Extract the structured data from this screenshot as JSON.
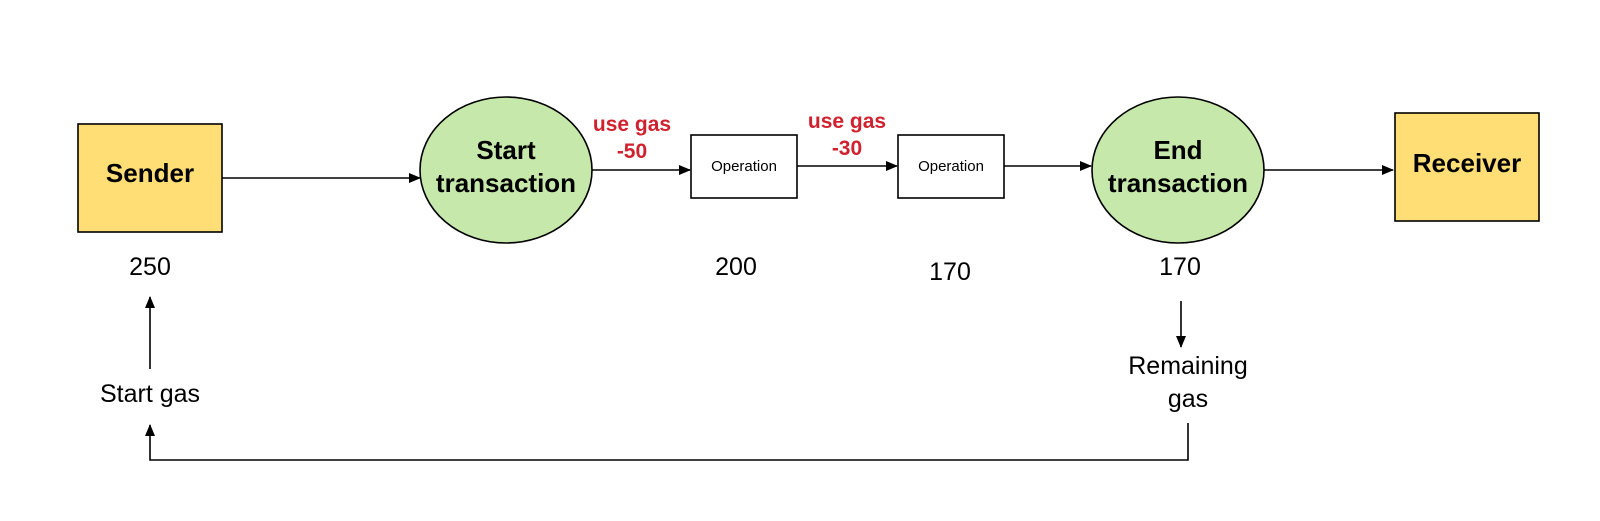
{
  "colors": {
    "terminal_fill": "#FFDE75",
    "transaction_fill": "#C6E8AA",
    "operation_fill": "#FFFFFF",
    "gas_text": "#D0212E",
    "stroke": "#000000"
  },
  "nodes": {
    "sender": {
      "label": "Sender",
      "value": "250"
    },
    "start_transaction": {
      "line1": "Start",
      "line2": "transaction"
    },
    "operation_1": {
      "label": "Operation",
      "value": "200"
    },
    "operation_2": {
      "label": "Operation",
      "value": "170"
    },
    "end_transaction": {
      "line1": "End",
      "line2": "transaction",
      "value": "170"
    },
    "receiver": {
      "label": "Receiver"
    }
  },
  "gas_usage": [
    {
      "line1": "use gas",
      "line2": "-50"
    },
    {
      "line1": "use gas",
      "line2": "-30"
    }
  ],
  "labels": {
    "start_gas": "Start gas",
    "remaining_gas_line1": "Remaining",
    "remaining_gas_line2": "gas"
  }
}
